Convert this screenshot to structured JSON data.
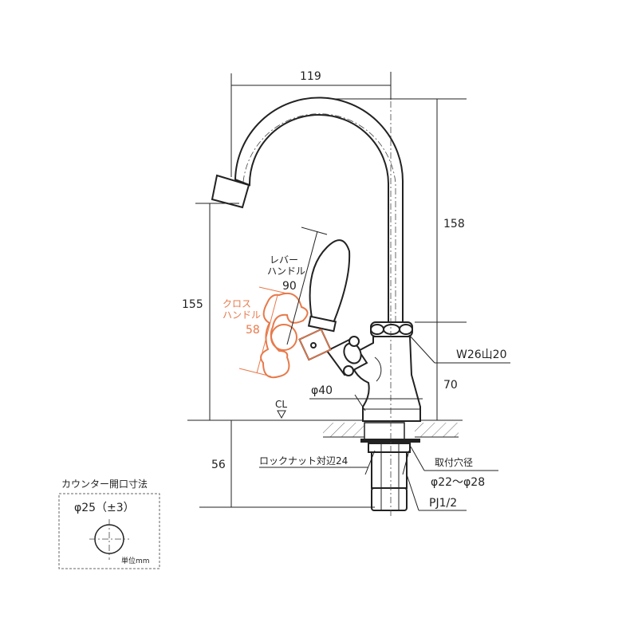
{
  "dimensions": {
    "spout_reach": "119",
    "spout_height": "158",
    "outlet_height": "155",
    "body_height": "70",
    "below_counter": "56",
    "lever_length": "90",
    "cross_size": "58",
    "base_diameter": "φ40"
  },
  "labels": {
    "lever_line1": "レバー",
    "lever_line2": "ハンドル",
    "cross_line1": "クロス",
    "cross_line2": "ハンドル",
    "center_line": "CL",
    "thread": "W26山20",
    "locknut": "ロックナット対辺24",
    "mount_hole": "取付穴径",
    "mount_hole_range": "φ22〜φ28",
    "pipe_thread": "PJ1/2"
  },
  "counter_box": {
    "title": "カウンター開口寸法",
    "diameter": "φ25（±3）",
    "unit": "単位mm"
  },
  "colors": {
    "accent": "#e8794a",
    "line": "#222222"
  }
}
